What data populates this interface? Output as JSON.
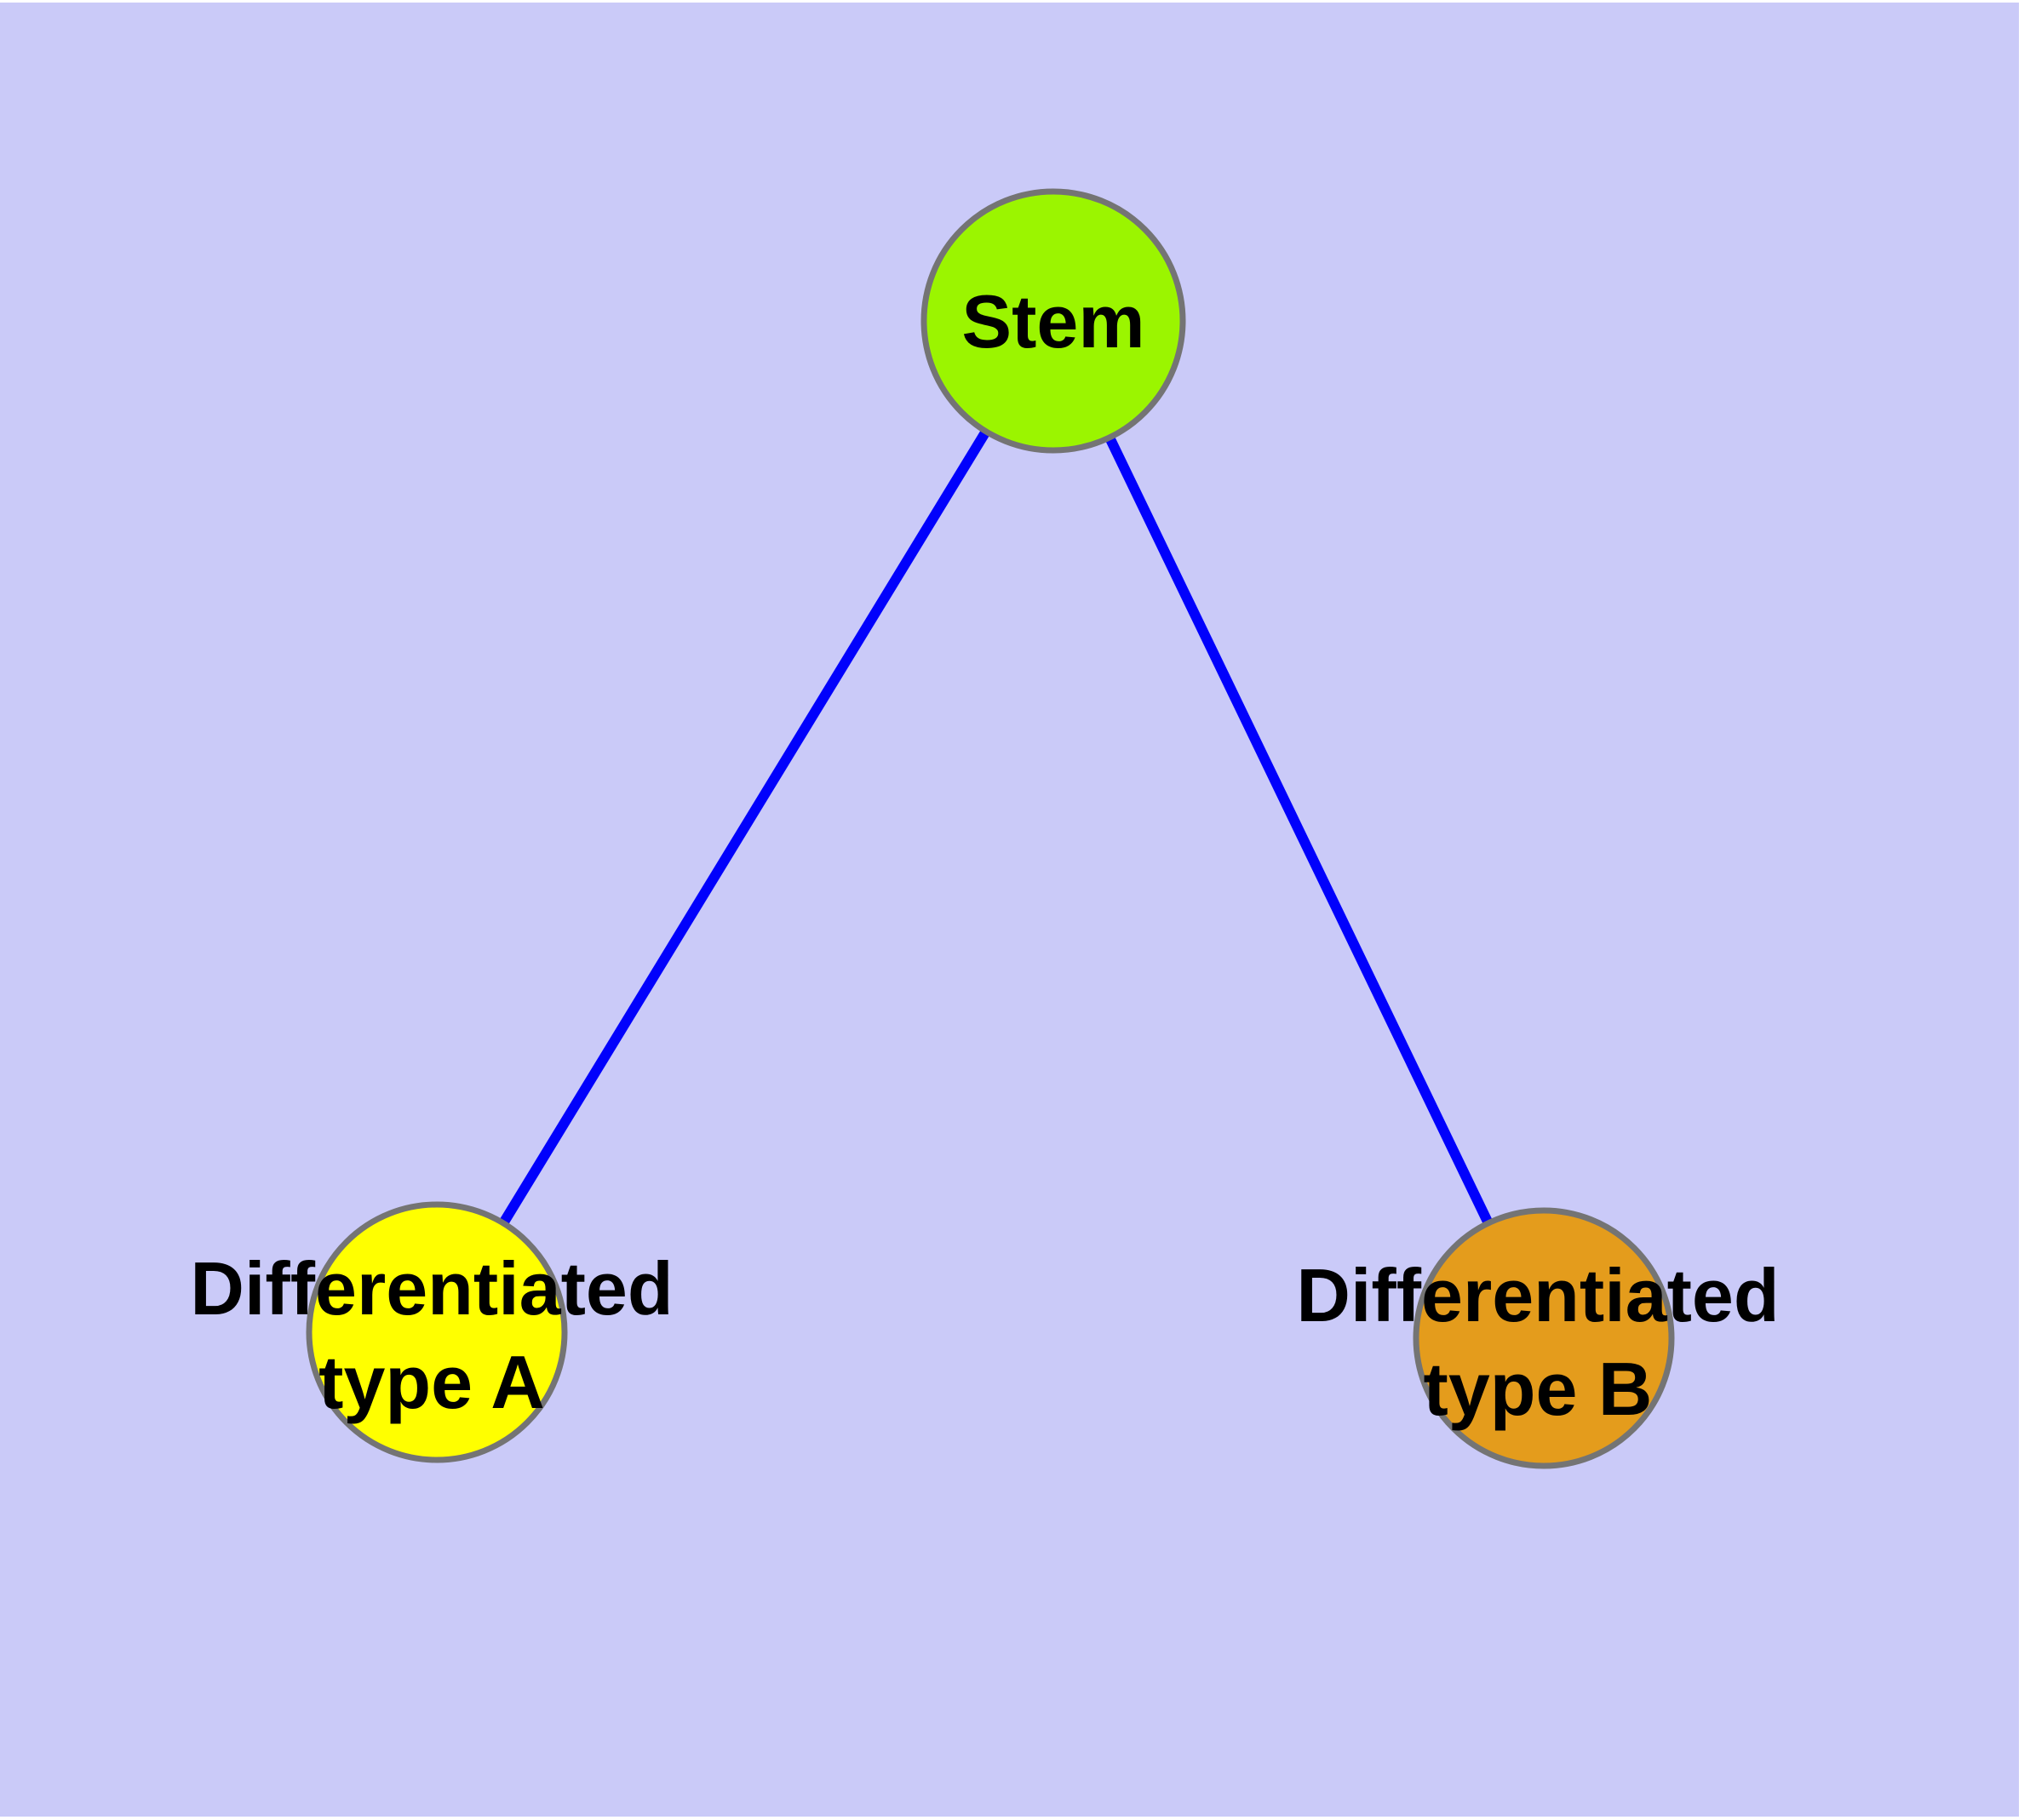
{
  "figure": {
    "background_color": "#CACAF8",
    "margin_color": "#FFFFFF",
    "edge_color": "#0101FC",
    "node_border_color": "#747474",
    "label_color": "#000000",
    "nodes": [
      {
        "id": "stem",
        "label": "Stem",
        "fill": "#9BF500"
      },
      {
        "id": "differentiated-type-a",
        "label": "Differentiated\ntype A",
        "fill": "#FFFF00"
      },
      {
        "id": "differentiated-type-b",
        "label": "Differentiated\ntype B",
        "fill": "#E49C1C"
      }
    ],
    "edges": [
      {
        "from": "Stem",
        "to": "Differentiated type A"
      },
      {
        "from": "Stem",
        "to": "Differentiated type B"
      }
    ]
  }
}
